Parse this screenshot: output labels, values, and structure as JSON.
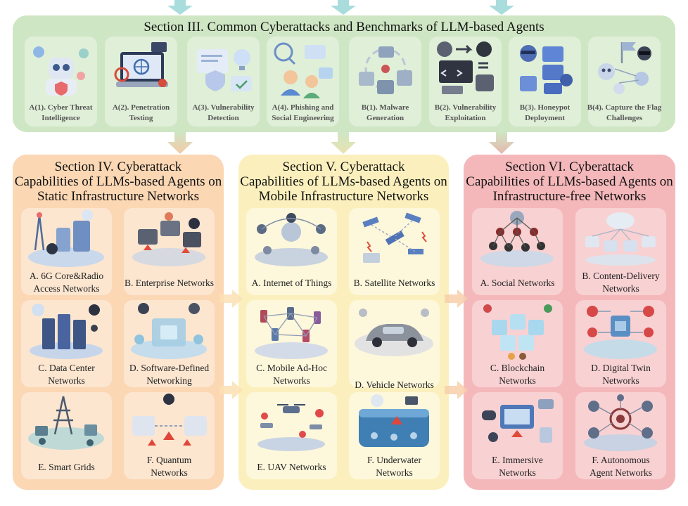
{
  "colors": {
    "section3_bg": "#cfe6c4",
    "section4_bg": "#fbd7b4",
    "section5_bg": "#fbf0bd",
    "section6_bg": "#f4b8bb",
    "arrow_blue": "#a9dcdc",
    "arrow_tan": "#e0cfa8",
    "arrow_pink": "#e4b9b0"
  },
  "section3": {
    "title": "Section III. Common Cyberattacks and Benchmarks of LLM-based Agents",
    "items": [
      {
        "line1": "A(1). Cyber Threat",
        "line2": "Intelligence",
        "icon": "robot-shield-icon"
      },
      {
        "line1": "A(2). Penetration",
        "line2": "Testing",
        "icon": "laptop-magnifier-icon"
      },
      {
        "line1": "A(3). Vulnerability",
        "line2": "Detection",
        "icon": "shield-lightbulb-icon"
      },
      {
        "line1": "A(4). Phishing and",
        "line2": "Social Engineering",
        "icon": "people-phishing-icon"
      },
      {
        "line1": "B(1). Malware",
        "line2": "Generation",
        "icon": "malware-cycle-icon"
      },
      {
        "line1": "B(2). Vulnerability",
        "line2": "Exploitation",
        "icon": "exploit-code-icon"
      },
      {
        "line1": "B(3). Honeypot",
        "line2": "Deployment",
        "icon": "honeypot-server-icon"
      },
      {
        "line1": "B(4). Capture the Flag",
        "line2": "Challenges",
        "icon": "flag-robot-icon"
      }
    ]
  },
  "section4": {
    "title_lines": [
      "Section IV. Cyberattack",
      "Capabilities of LLMs-based Agents on",
      "Static Infrastructure Networks"
    ],
    "items": [
      {
        "line1": "A. 6G Core&Radio",
        "line2": "Access Networks",
        "icon": "antenna-server-icon"
      },
      {
        "line1": "B. Enterprise Networks",
        "line2": "",
        "icon": "enterprise-hacker-icon"
      },
      {
        "line1": "C. Data Center",
        "line2": "Networks",
        "icon": "datacenter-rack-icon"
      },
      {
        "line1": "D. Software-Defined",
        "line2": "Networking",
        "icon": "sdn-cube-icon"
      },
      {
        "line1": "E. Smart Grids",
        "line2": "",
        "icon": "power-tower-icon"
      },
      {
        "line1": "F. Quantum",
        "line2": "Networks",
        "icon": "quantum-hacker-icon"
      }
    ]
  },
  "section5": {
    "title_lines": [
      "Section V. Cyberattack",
      "Capabilities of LLMs-based Agents on",
      "Mobile Infrastructure Networks"
    ],
    "items": [
      {
        "line1": "A. Internet of Things",
        "line2": "",
        "icon": "iot-cloud-icon"
      },
      {
        "line1": "B. Satellite Networks",
        "line2": "",
        "icon": "satellite-icon"
      },
      {
        "line1": "C. Mobile Ad-Hoc",
        "line2": "Networks",
        "icon": "phone-mesh-icon"
      },
      {
        "line1": "D. Vehicle Networks",
        "line2": "",
        "icon": "car-icon"
      },
      {
        "line1": "E. UAV Networks",
        "line2": "",
        "icon": "drone-icon"
      },
      {
        "line1": "F. Underwater",
        "line2": "Networks",
        "icon": "underwater-icon"
      }
    ]
  },
  "section6": {
    "title_lines": [
      "Section VI. Cyberattack",
      "Capabilities of LLMs-based Agents on",
      "Infrastructure-free Networks"
    ],
    "items": [
      {
        "line1": "A. Social Networks",
        "line2": "",
        "icon": "social-graph-icon"
      },
      {
        "line1": "B. Content-Delivery",
        "line2": "Networks",
        "icon": "cdn-cloud-icon"
      },
      {
        "line1": "C. Blockchain",
        "line2": "Networks",
        "icon": "blockchain-cube-icon"
      },
      {
        "line1": "D. Digital Twin",
        "line2": "Networks",
        "icon": "digital-twin-icon"
      },
      {
        "line1": "E. Immersive",
        "line2": "Networks",
        "icon": "vr-headset-icon"
      },
      {
        "line1": "F. Autonomous",
        "line2": "Agent Networks",
        "icon": "agent-network-icon"
      }
    ]
  }
}
